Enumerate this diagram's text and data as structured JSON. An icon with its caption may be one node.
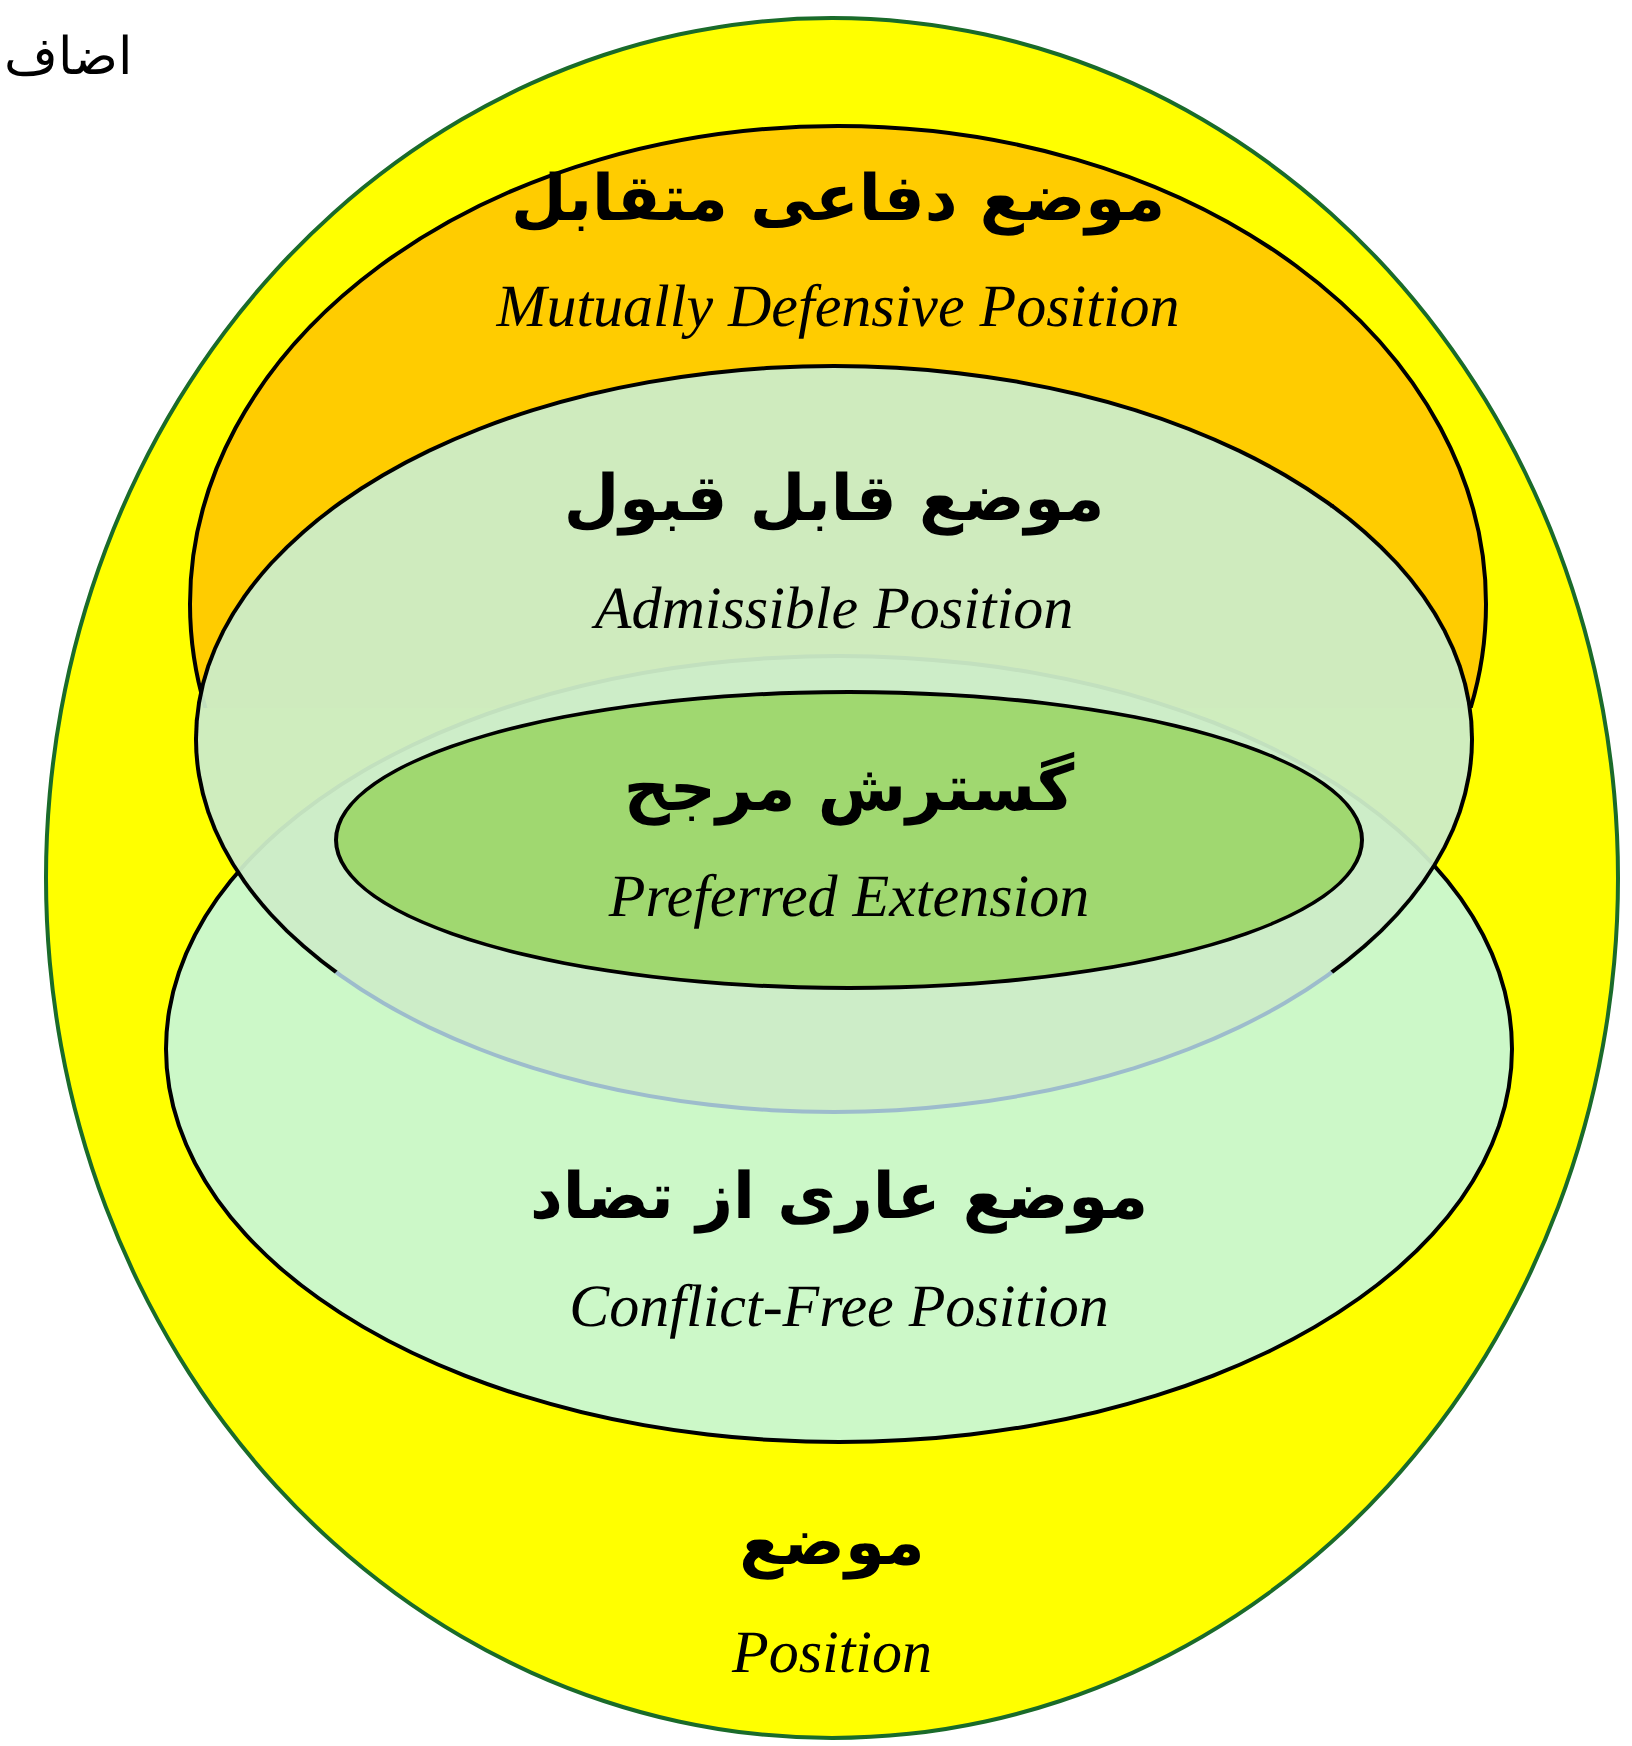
{
  "diagram": {
    "nodes": [
      {
        "text": [
          "موضع",
          "Position"
        ]
      },
      {
        "text": [
          "موضع دفاعی متقابل",
          "Mutually Defensive Position"
        ],
        "in": 0
      },
      {
        "text": [
          "موضع قابل قبول",
          "Admissible Position"
        ],
        "in": 1
      },
      {
        "text": [
          "گسترش مرجح",
          "Preferred Extension"
        ]
      },
      {
        "text": [
          "موضع عاری از تضاد",
          "Conflict-Free Position"
        ],
        "in": 0
      }
    ],
    "labels": [
      "اضاف"
    ]
  }
}
